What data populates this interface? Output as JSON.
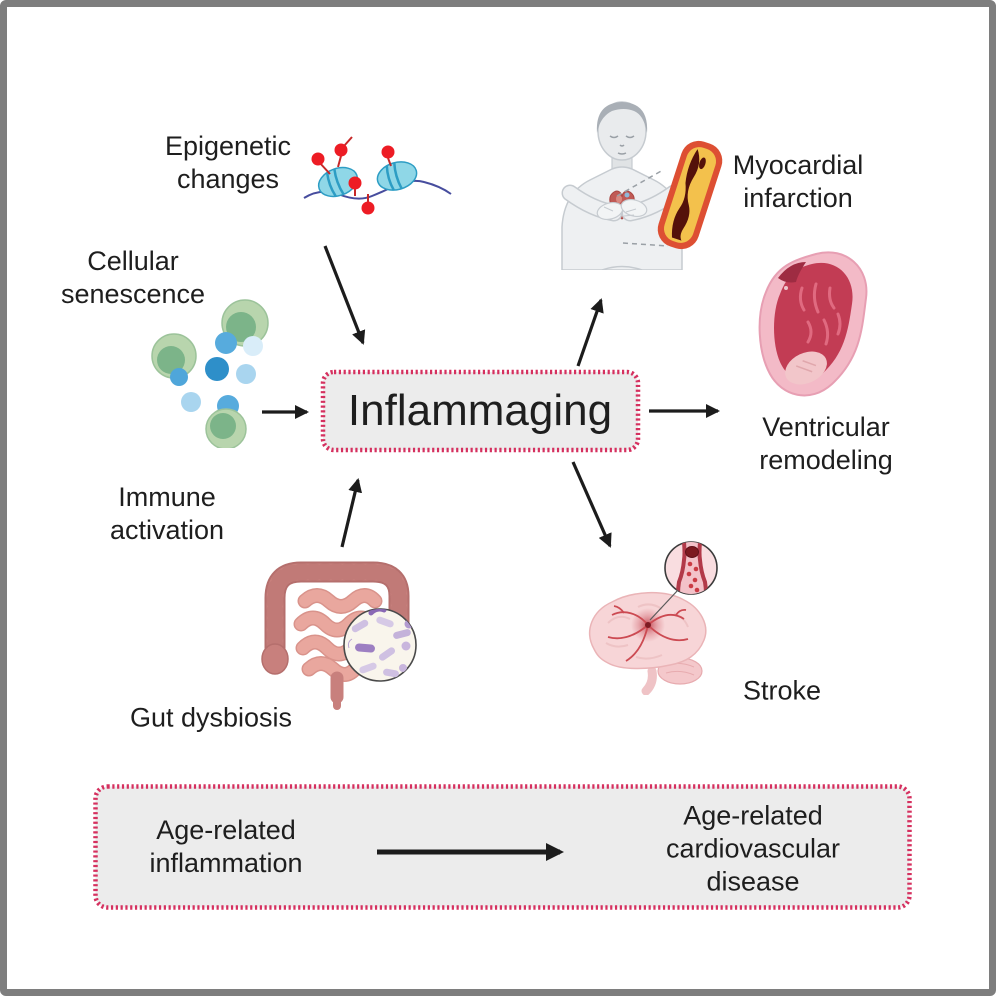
{
  "theme": {
    "accent_red": "#d5305f",
    "box_fill": "#ececec",
    "frame_gray": "#7e7e7e",
    "arrow_color": "#1c1c1c",
    "text_color": "#1e1e1e"
  },
  "center_label": "Inflammaging",
  "causes": [
    {
      "label": "Epigenetic\nchanges",
      "icon": "histone-methylation-icon"
    },
    {
      "label": "Cellular\nsenescence",
      "icon": "immune-cell-cluster-icon"
    },
    {
      "label": "Immune\nactivation",
      "icon": "immune-cell-cluster-icon"
    },
    {
      "label": "Gut dysbiosis",
      "icon": "intestine-bacteria-magnifier-icon"
    }
  ],
  "outcomes": [
    {
      "label": "Myocardial\ninfarction",
      "icon": "chest-pain-blocked-artery-icon"
    },
    {
      "label": "Ventricular\nremodeling",
      "icon": "heart-cross-section-icon"
    },
    {
      "label": "Stroke",
      "icon": "brain-clot-vessel-icon"
    }
  ],
  "summary": {
    "left": "Age-related\ninflammation",
    "right": "Age-related\ncardiovascular disease"
  }
}
